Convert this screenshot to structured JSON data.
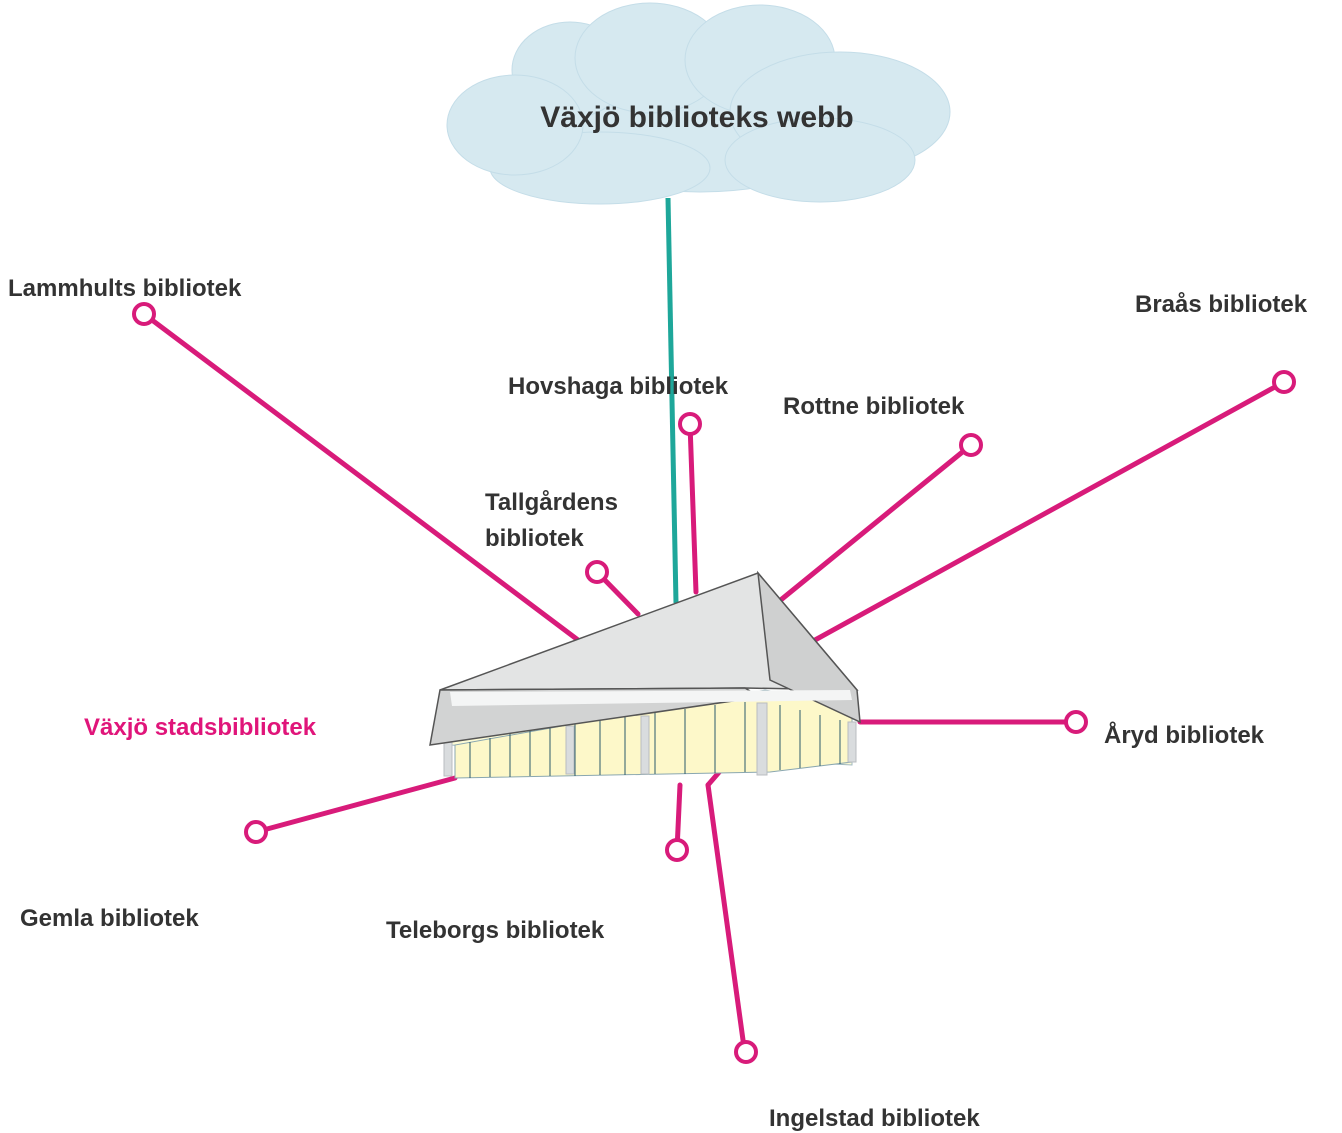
{
  "cloud": {
    "label": "Växjö biblioteks webb",
    "fill": "#d6e9f0"
  },
  "main_library": {
    "label": "Växjö stadsbibliotek",
    "color": "#e0157a"
  },
  "branches": [
    {
      "id": "lammhult",
      "label": "Lammhults bibliotek"
    },
    {
      "id": "hovshaga",
      "label": "Hovshaga bibliotek"
    },
    {
      "id": "rottne",
      "label": "Rottne bibliotek"
    },
    {
      "id": "braas",
      "label": "Braås bibliotek"
    },
    {
      "id": "tallgarden",
      "label_line1": "Tallgårdens",
      "label_line2": "bibliotek"
    },
    {
      "id": "aryd",
      "label": "Åryd bibliotek"
    },
    {
      "id": "gemla",
      "label": "Gemla bibliotek"
    },
    {
      "id": "teleborg",
      "label": "Teleborgs bibliotek"
    },
    {
      "id": "ingelstad",
      "label": "Ingelstad bibliotek"
    }
  ],
  "colors": {
    "branch_line": "#d81b7a",
    "web_line": "#1ea79a",
    "label_text": "#333333"
  }
}
